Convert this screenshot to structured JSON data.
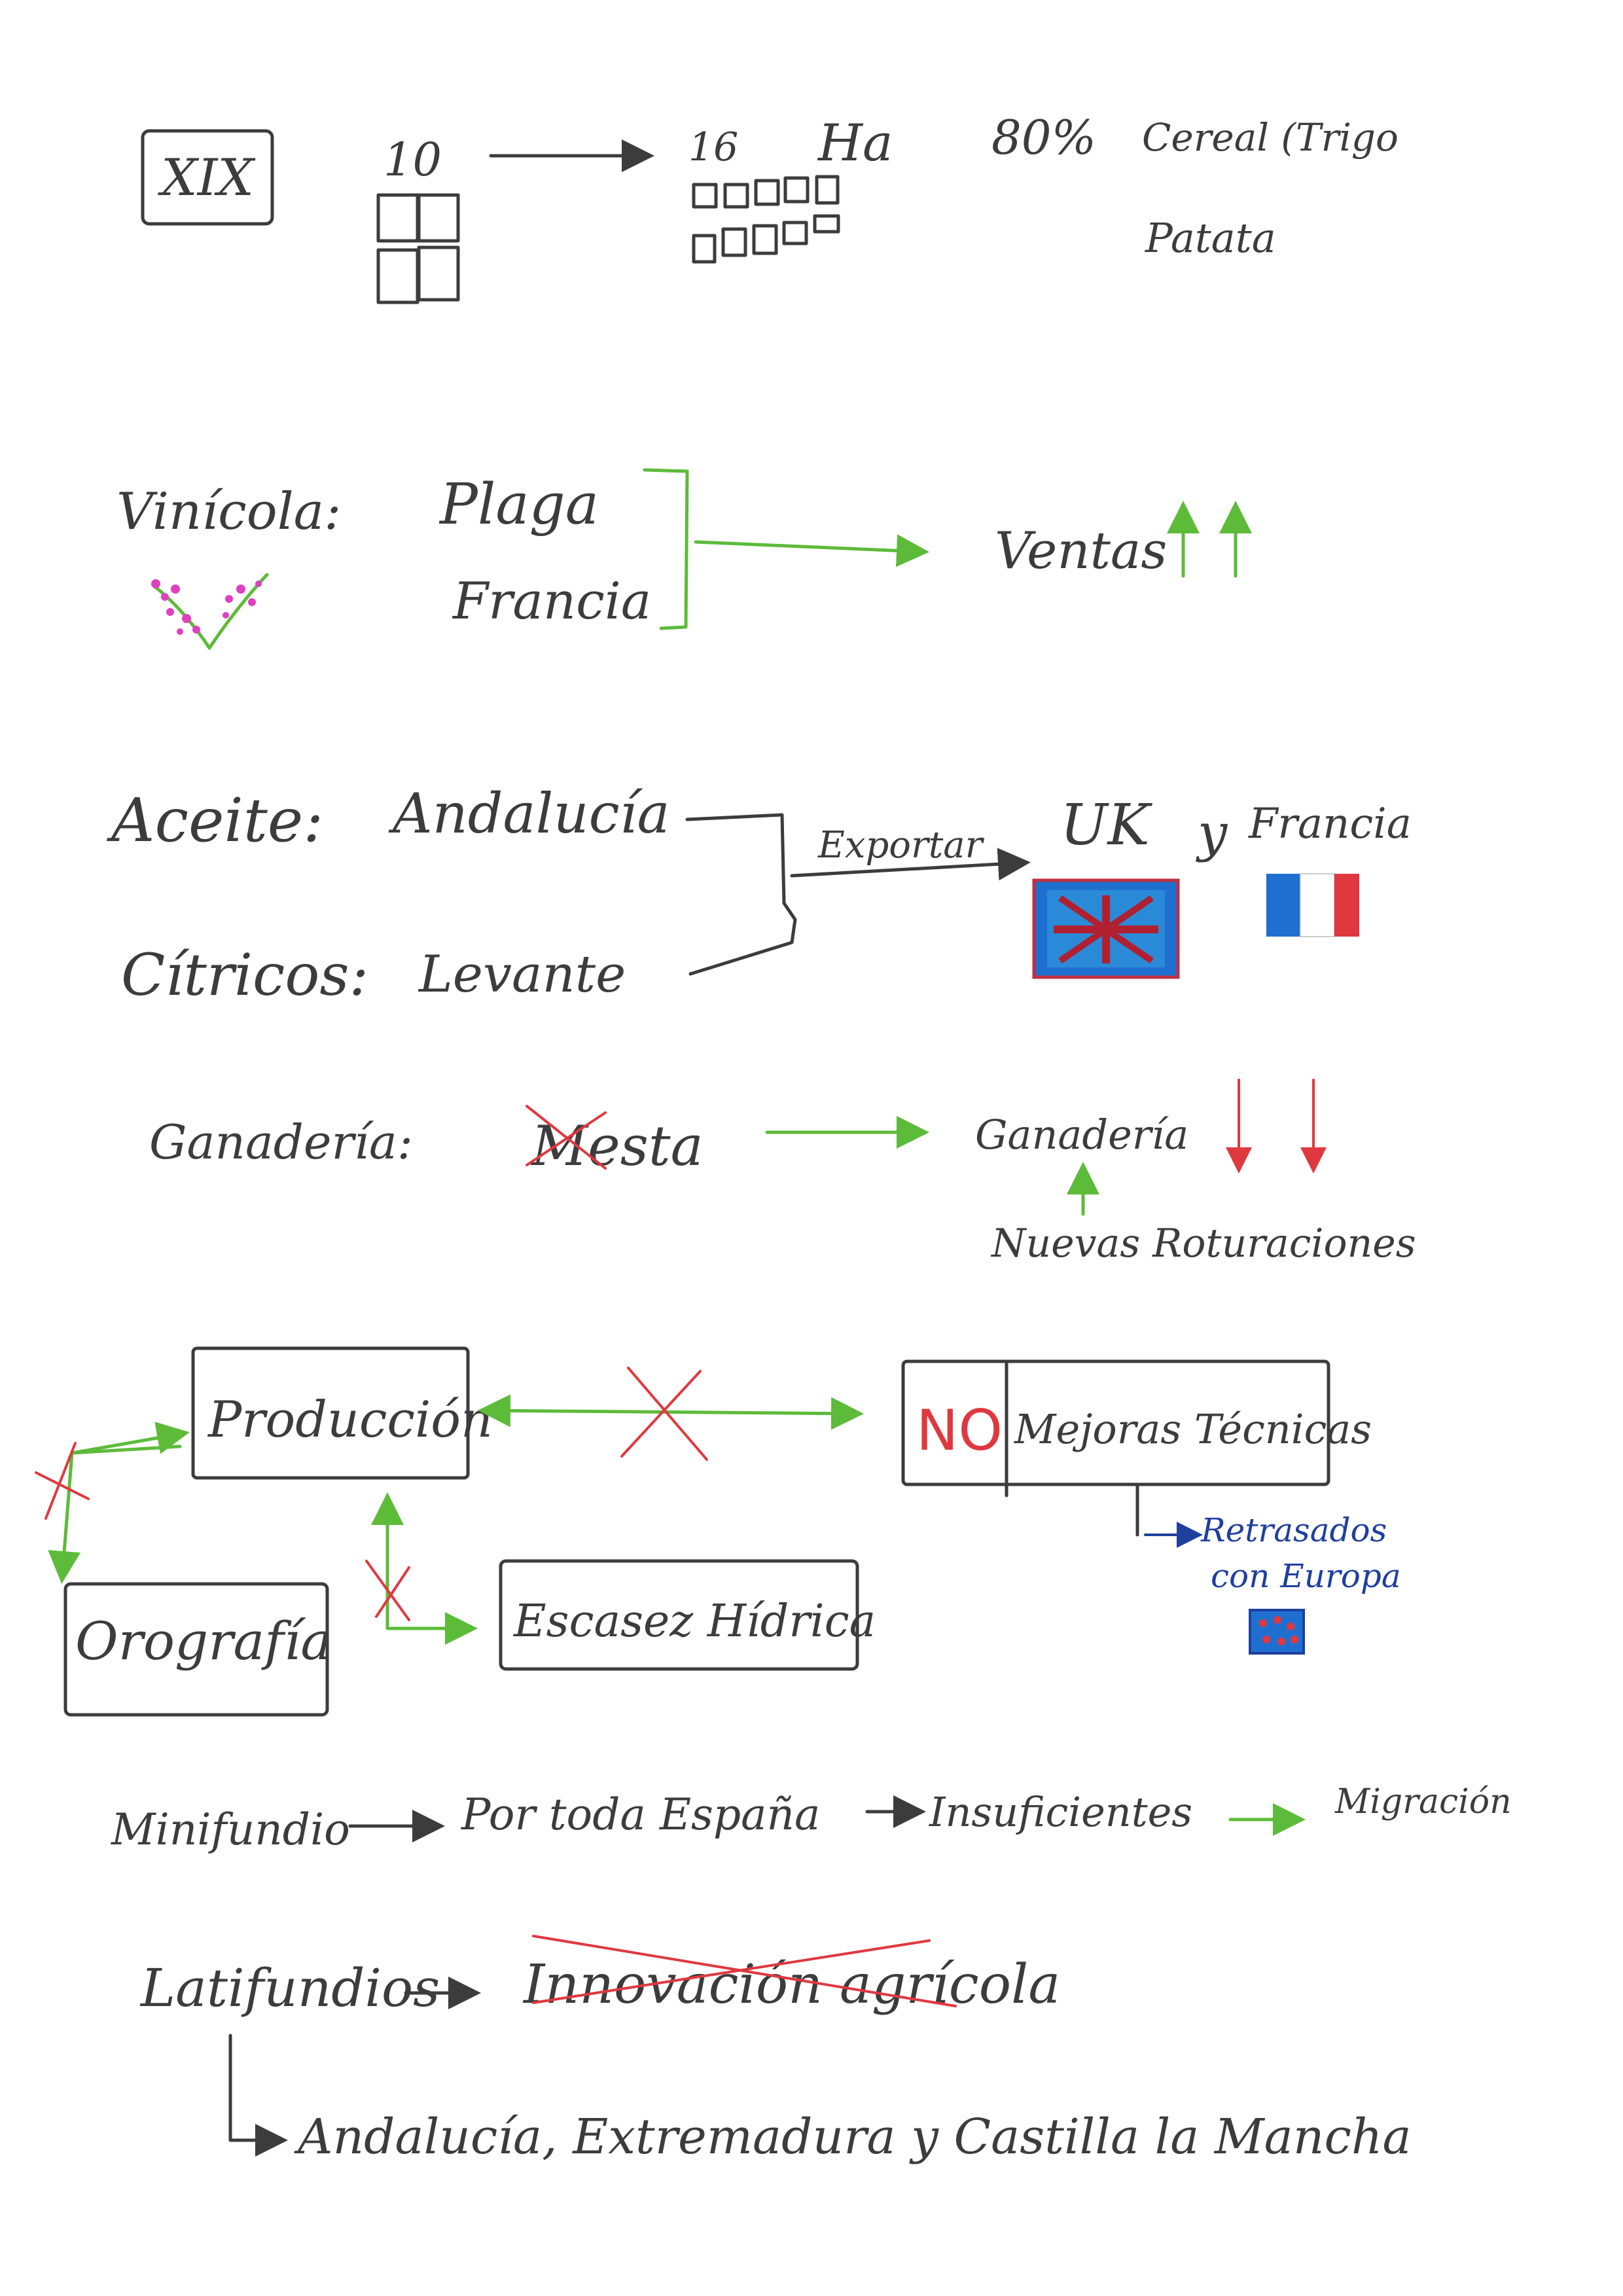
{
  "colors": {
    "ink": "#3c3c3c",
    "green": "#5dbb3a",
    "red": "#e0383f",
    "blue": "#1f3f9e",
    "pink": "#e040c0",
    "flag_blue": "#1f6fd0"
  },
  "section1": {
    "century": "XIX",
    "before_count": "10",
    "after_count": "16",
    "unit": "Ha",
    "percent": "80%",
    "crops_line1": "Cereal (Trigo",
    "crops_line2": "Patata"
  },
  "section2": {
    "label": "Vinícola:",
    "cause1": "Plaga",
    "cause2": "Francia",
    "result": "Ventas",
    "trend_icon": "double-up-arrow-icon"
  },
  "section3": {
    "oil": "Aceite:",
    "oil_region": "Andalucía",
    "citrus": "Cítricos:",
    "citrus_region": "Levante",
    "export": "Exportar",
    "dest_uk": "UK",
    "dest_and": "y",
    "dest_france": "Francia"
  },
  "section4": {
    "label": "Ganadería:",
    "crossed": "Mesta",
    "result": "Ganadería",
    "trend_icon": "double-down-arrow-icon",
    "cause": "Nuevas Roturaciones"
  },
  "section5": {
    "produccion": "Producción",
    "no": "NO",
    "mejoras": "Mejoras Técnicas",
    "orografia": "Orografía",
    "escasez": "Escasez Hídrica",
    "retrasados_line1": "Retrasados",
    "retrasados_line2": "con Europa"
  },
  "section6": {
    "minifundio": "Minifundio",
    "spread": "Por toda España",
    "insuficientes": "Insuficientes",
    "migracion": "Migración"
  },
  "section7": {
    "latifundio": "Latifundios",
    "crossed": "Innovación agrícola",
    "regions": "Andalucía, Extremadura y Castilla la Mancha"
  }
}
